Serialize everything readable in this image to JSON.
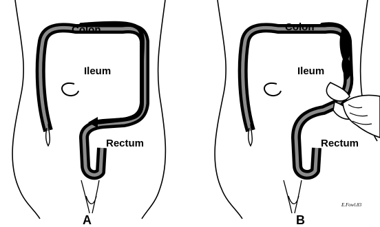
{
  "panels": [
    {
      "id": "A",
      "letter": "A",
      "labels": {
        "colon": "Colon",
        "ileum": "Ileum",
        "rectum": "Rectum"
      }
    },
    {
      "id": "B",
      "letter": "B",
      "labels": {
        "colon": "Colon",
        "ileum": "Ileum",
        "rectum": "Rectum"
      },
      "signature": "E.Fowl.83"
    }
  ],
  "colors": {
    "ink": "#000000",
    "background": "#ffffff"
  }
}
